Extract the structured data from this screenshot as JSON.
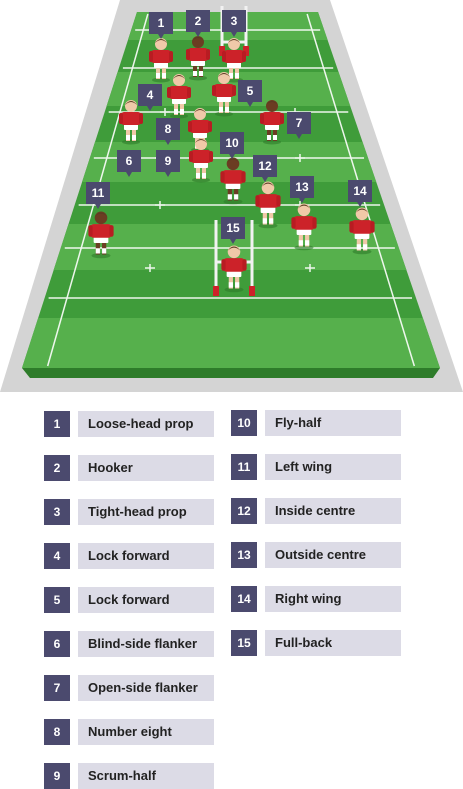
{
  "colors": {
    "grass_dark": "#3f9c3a",
    "grass_light": "#56b04c",
    "border_grey": "#d4d4d4",
    "pin": "#4b4a6e",
    "legend_box": "#dcdbe6",
    "jersey": "#cc2229"
  },
  "players": [
    {
      "number": "1",
      "role": "Loose-head prop"
    },
    {
      "number": "2",
      "role": "Hooker"
    },
    {
      "number": "3",
      "role": "Tight-head prop"
    },
    {
      "number": "4",
      "role": "Lock forward"
    },
    {
      "number": "5",
      "role": "Lock forward"
    },
    {
      "number": "6",
      "role": "Blind-side flanker"
    },
    {
      "number": "7",
      "role": "Open-side flanker"
    },
    {
      "number": "8",
      "role": "Number eight"
    },
    {
      "number": "9",
      "role": "Scrum-half"
    },
    {
      "number": "10",
      "role": "Fly-half"
    },
    {
      "number": "11",
      "role": "Left wing"
    },
    {
      "number": "12",
      "role": "Inside centre"
    },
    {
      "number": "13",
      "role": "Outside centre"
    },
    {
      "number": "14",
      "role": "Right wing"
    },
    {
      "number": "15",
      "role": "Full-back"
    }
  ]
}
